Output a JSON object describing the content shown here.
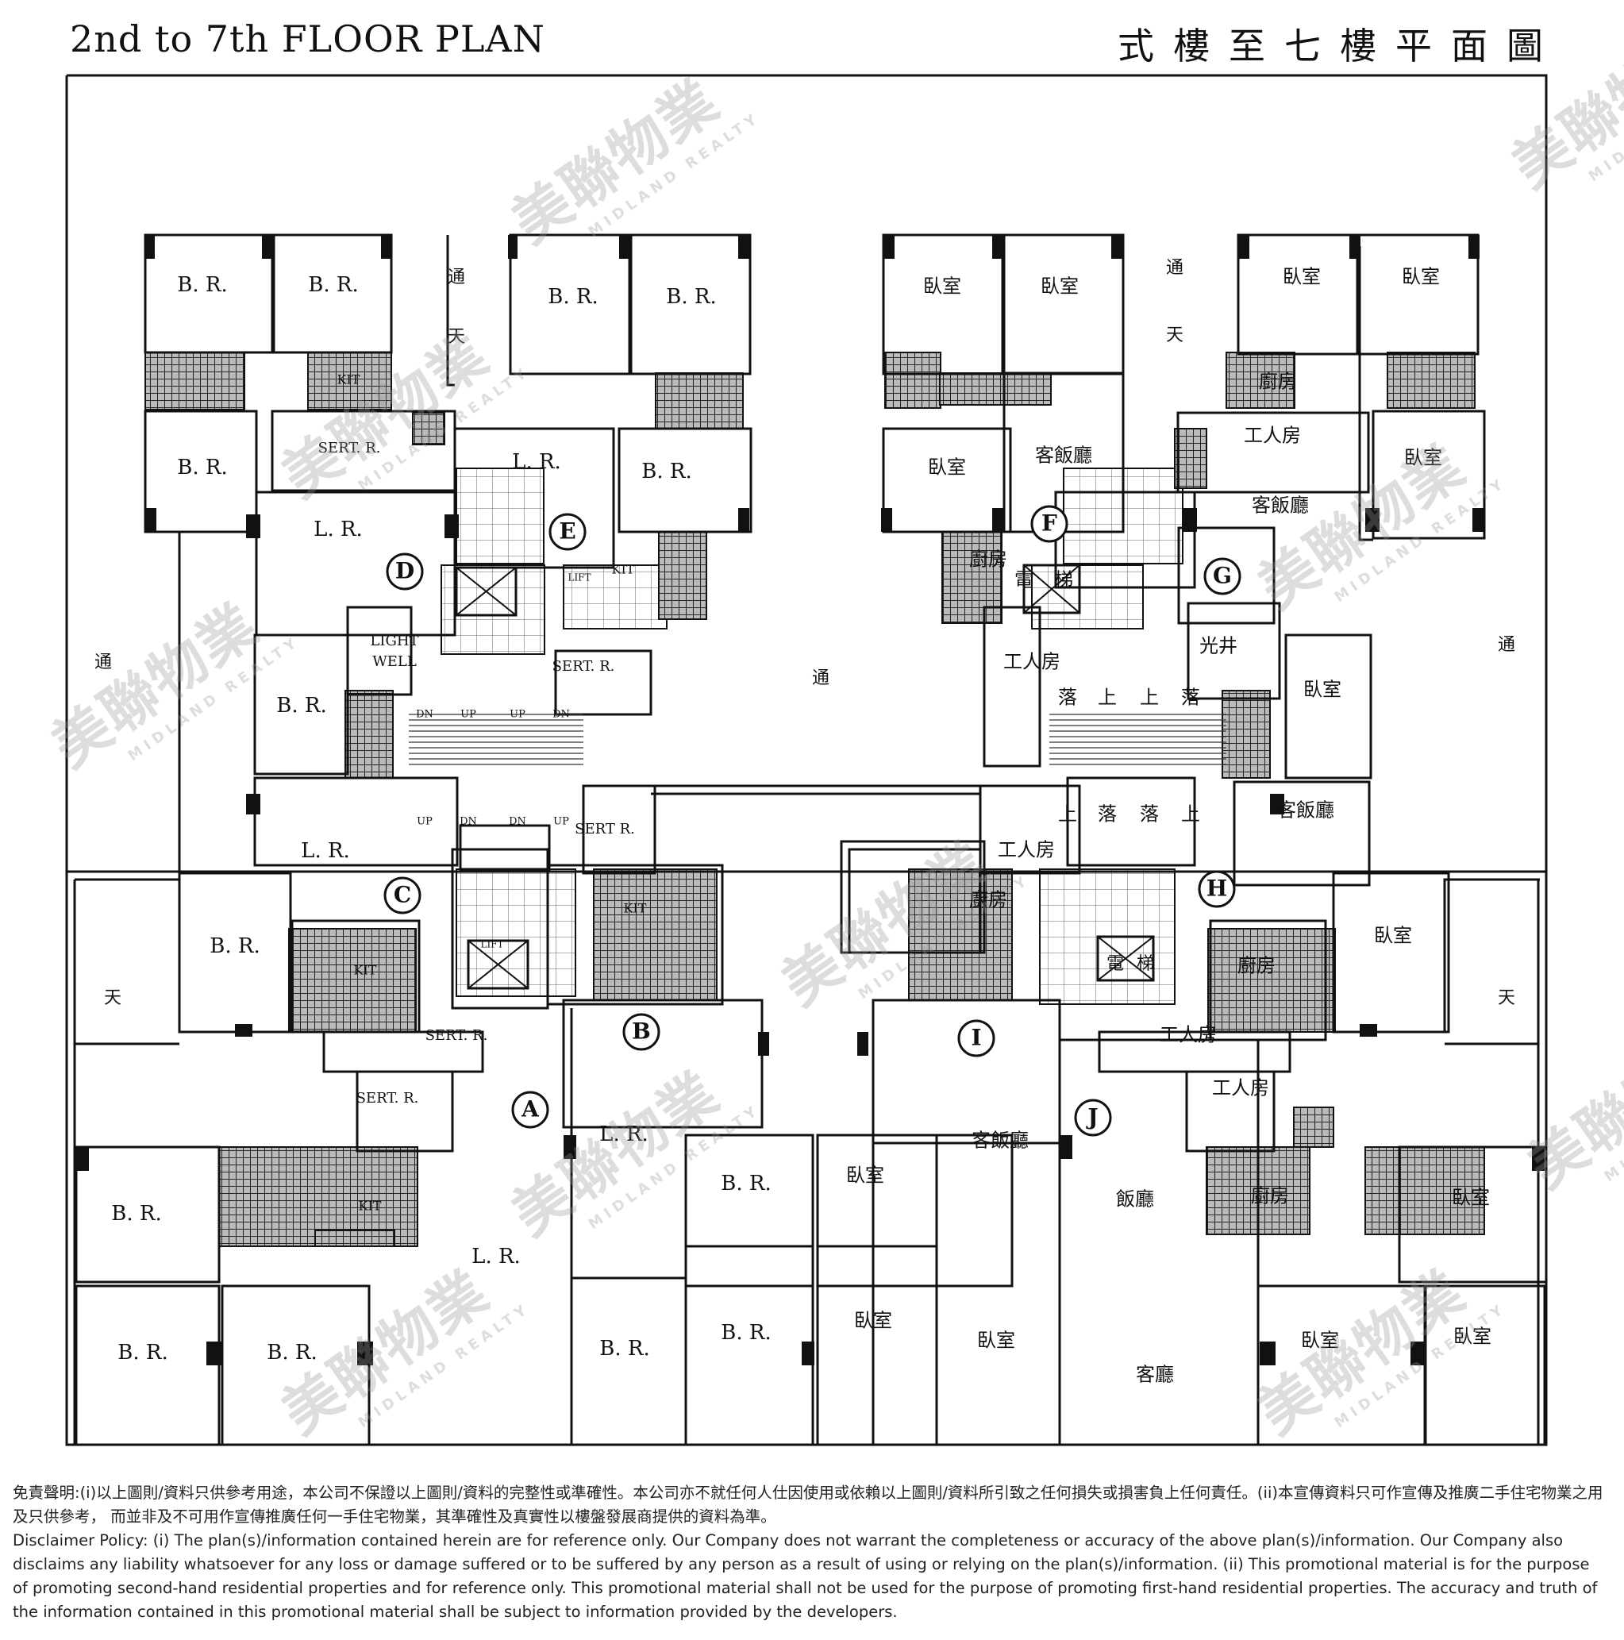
{
  "title_en": "2nd to 7th FLOOR PLAN",
  "title_zh": "式樓至七樓平面圖",
  "units": {
    "A": "A",
    "B": "B",
    "C": "C",
    "D": "D",
    "E": "E",
    "F": "F",
    "G": "G",
    "H": "H",
    "I": "I",
    "J": "J"
  },
  "labels": {
    "br": "B. R.",
    "lr": "L. R.",
    "sert": "SERT. R.",
    "sert_short": "SERT R",
    "sert_r": "SERT R.",
    "kit": "KIT",
    "lift": "LIFT",
    "light_well1": "LIGHT",
    "light_well2": "WELL",
    "up": "UP",
    "dn": "DN",
    "bedroom_zh": "臥室",
    "kitchen_zh": "廚房",
    "servant_zh": "工人房",
    "living_dining_zh": "客飯廳",
    "dining_zh": "飯廳",
    "living_zh": "客廳",
    "lift_zh1": "電",
    "lift_zh2": "梯",
    "light_well_zh": "光井",
    "tong": "通",
    "tian": "天",
    "up_zh": "上",
    "down_zh": "落"
  },
  "watermark": {
    "brand_zh": "美聯物業",
    "brand_en": "MIDLAND REALTY"
  },
  "disclaimer_zh": "免責聲明:(i)以上圖則/資料只供參考用途，本公司不保證以上圖則/資料的完整性或準確性。本公司亦不就任何人仕因使用或依賴以上圖則/資料所引致之任何損失或損害負上任何責任。(ii)本宣傳資料只可作宣傳及推廣二手住宅物業之用及只供參考， 而並非及不可用作宣傳推廣任何一手住宅物業，其準確性及真實性以樓盤發展商提供的資料為準。",
  "disclaimer_en": "Disclaimer Policy: (i) The plan(s)/information contained herein are for reference only. Our Company does not warrant the completeness or accuracy of the above plan(s)/information. Our Company also disclaims any liability whatsoever for any loss or damage suffered or to be suffered by any person as a result of using or relying on the plan(s)/information. (ii) This promotional material is for the purpose of promoting second-hand residential properties and for reference only. This promotional material shall not be used for the purpose of promoting first-hand residential properties. The accuracy and truth of the information contained in this promotional material shall be subject to information provided by the developers."
}
